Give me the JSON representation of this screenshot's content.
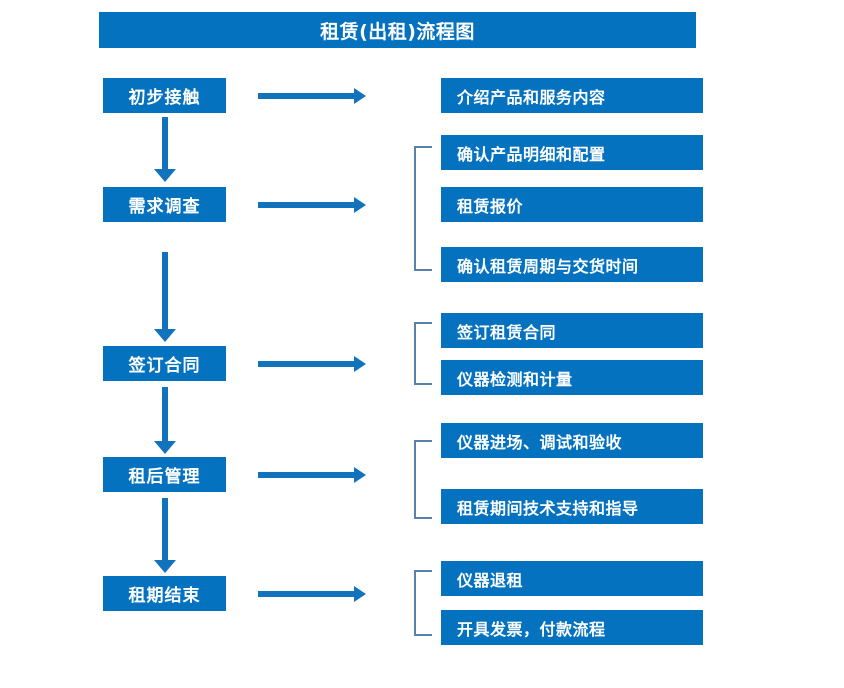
{
  "diagram": {
    "title": "租赁(出租)流程图",
    "theme": {
      "box_fill": "#0572c0",
      "box_text": "#ffffff",
      "arrow_color": "#1273bd",
      "bracket_color": "#5782ab",
      "background": "#ffffff"
    },
    "stages": [
      {
        "label": "初步接触"
      },
      {
        "label": "需求调查"
      },
      {
        "label": "签订合同"
      },
      {
        "label": "租后管理"
      },
      {
        "label": "租期结束"
      }
    ],
    "details": [
      {
        "label": "介绍产品和服务内容"
      },
      {
        "label": "确认产品明细和配置"
      },
      {
        "label": "租赁报价"
      },
      {
        "label": "确认租赁周期与交货时间"
      },
      {
        "label": "签订租赁合同"
      },
      {
        "label": "仪器检测和计量"
      },
      {
        "label": "仪器进场、调试和验收"
      },
      {
        "label": "租赁期间技术支持和指导"
      },
      {
        "label": "仪器退租"
      },
      {
        "label": "开具发票，付款流程"
      }
    ]
  }
}
